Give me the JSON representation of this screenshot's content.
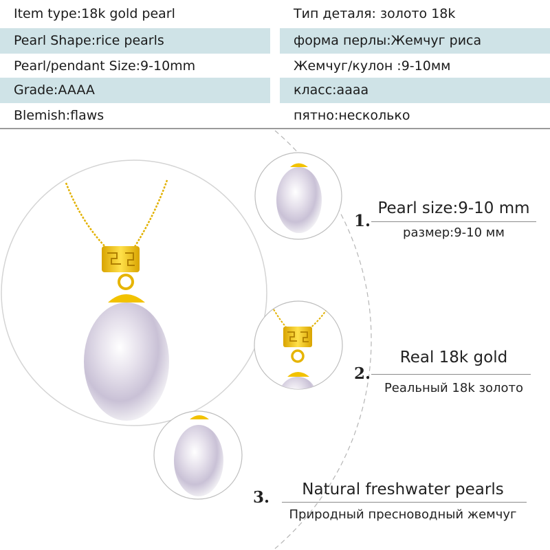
{
  "specs": [
    {
      "en": "Item type:18k gold pearl",
      "ru": "Тип деталя: золото 18k"
    },
    {
      "en": "Pearl Shape:rice pearls",
      "ru": "форма перлы:Жемчуг риса"
    },
    {
      "en": "Pearl/pendant Size:9-10mm",
      "ru": "Жемчуг/кулон :9-10мм"
    },
    {
      "en": "Grade:AAAA",
      "ru": "класс:аааа"
    },
    {
      "en": "Blemish:flaws",
      "ru": "пятно:несколько"
    }
  ],
  "features": [
    {
      "number": "1.",
      "title": "Pearl size:9-10 mm",
      "subtitle": "размер:9-10 мм"
    },
    {
      "number": "2.",
      "title": "Real 18k  gold",
      "subtitle": "Реальный 18k золото"
    },
    {
      "number": "3.",
      "title": "Natural freshwater pearls",
      "subtitle": "Природный пресноводный жемчуг"
    }
  ],
  "colors": {
    "shade": "#cfe3e7",
    "gold": "#f2c200",
    "pearl": "#e8e4ee"
  }
}
